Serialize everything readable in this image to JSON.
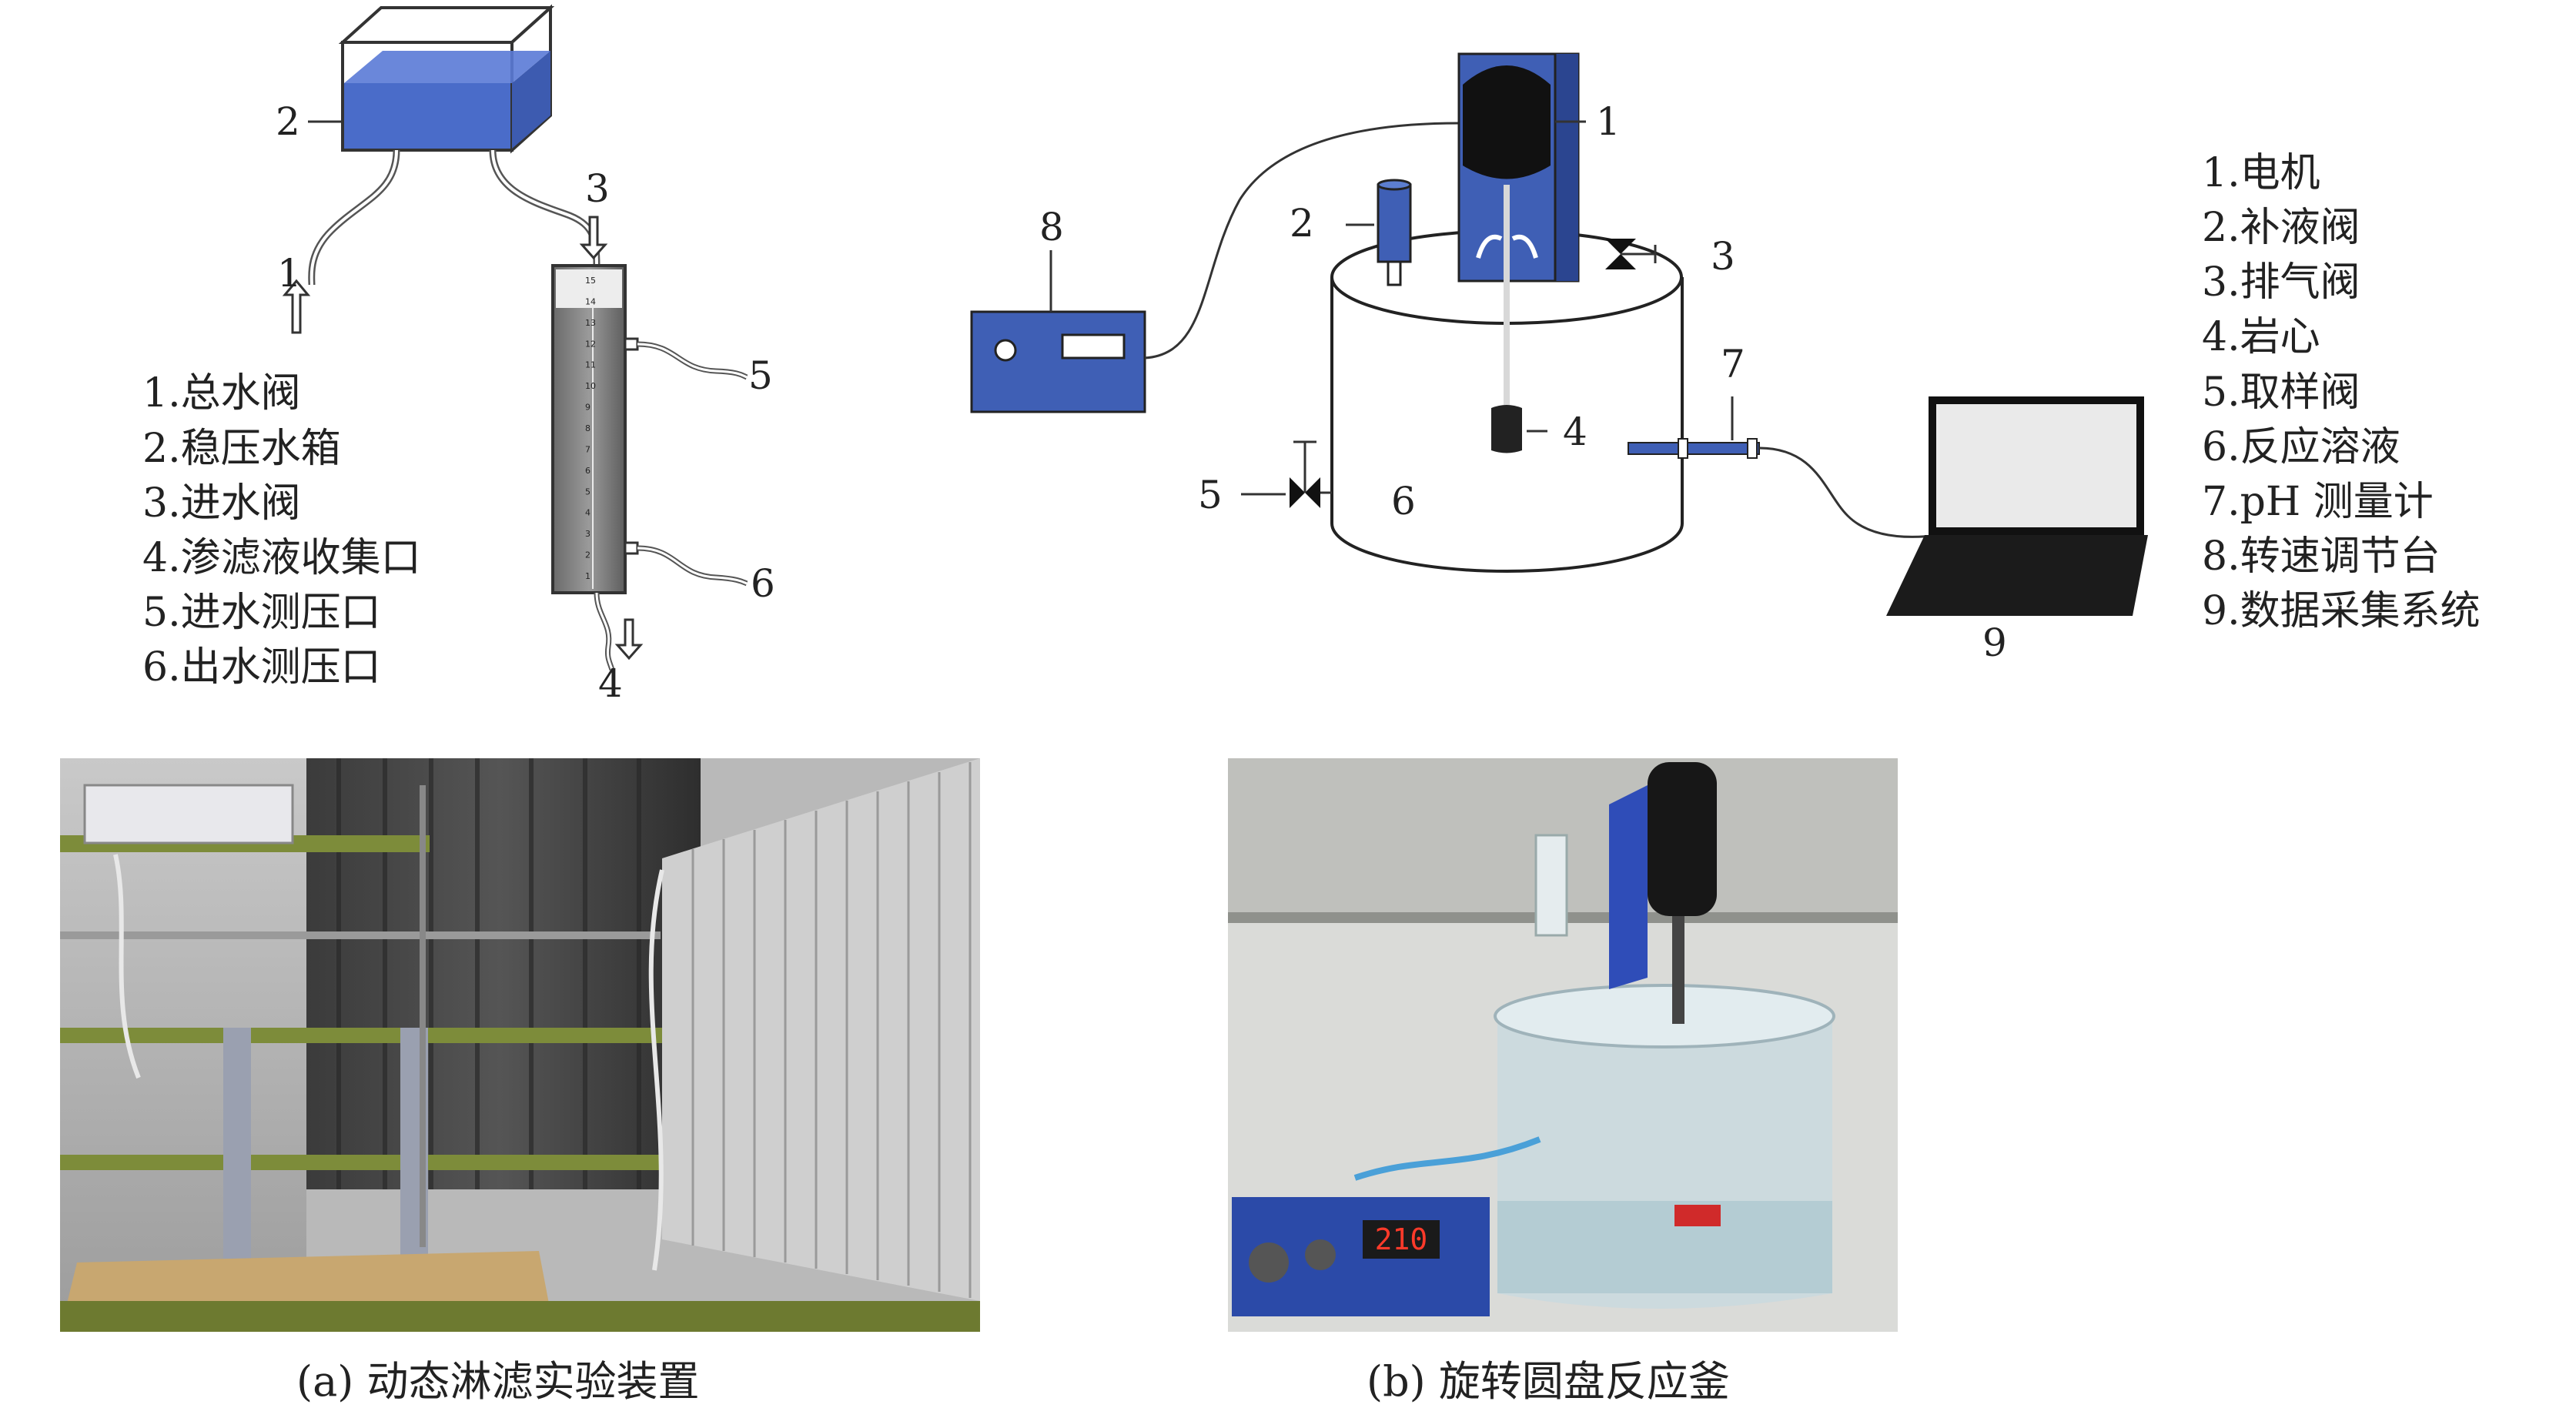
{
  "panel_a": {
    "callouts": [
      "1",
      "2",
      "3",
      "4",
      "5",
      "6"
    ],
    "legend": [
      "1.总水阀",
      "2.稳压水箱",
      "3.进水阀",
      "4.渗滤液收集口",
      "5.进水测压口",
      "6.出水测压口"
    ],
    "scale_ticks": [
      "15",
      "14",
      "13",
      "12",
      "11",
      "10",
      "9",
      "8",
      "7",
      "6",
      "5",
      "4",
      "3",
      "2",
      "1"
    ],
    "caption": "(a) 动态淋滤实验装置"
  },
  "panel_b": {
    "callouts": [
      "1",
      "2",
      "3",
      "4",
      "5",
      "6",
      "7",
      "8",
      "9"
    ],
    "legend": [
      "1.电机",
      "2.补液阀",
      "3.排气阀",
      "4.岩心",
      "5.取样阀",
      "6.反应溶液",
      "7.pH 测量计",
      "8.转速调节台",
      "9.数据采集系统"
    ],
    "display_reading": "210",
    "caption": "(b) 旋转圆盘反应釜"
  },
  "colors": {
    "blue_equipment": "#3f5fb5",
    "dark_blue": "#2b4590",
    "line": "#333333"
  }
}
